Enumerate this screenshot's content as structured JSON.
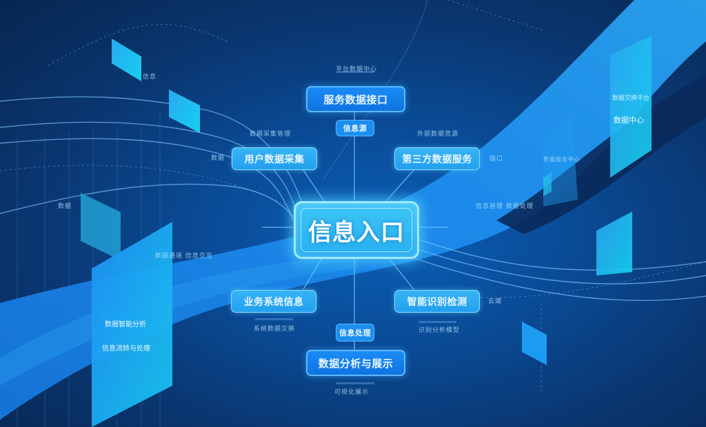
{
  "diagram": {
    "title": "信息入口",
    "center": {
      "label": "信息入口"
    },
    "nodes": {
      "top": {
        "label": "服务数据接口",
        "tag": "信息源",
        "caption": "平台数据中心"
      },
      "top_left": {
        "label": "用户数据采集",
        "caption": "数据采集管理"
      },
      "top_right": {
        "label": "第三方数据服务",
        "caption": "外部数据资源"
      },
      "bottom_left": {
        "label": "业务系统信息",
        "caption": "系统数据交换"
      },
      "bottom_right": {
        "label": "智能识别检测",
        "caption": "识别分析模型"
      },
      "bottom": {
        "label": "数据分析与展示",
        "tag": "信息处理",
        "caption": "可视化展示"
      }
    },
    "side_labels": {
      "left_panel_line1": "数据智能分析",
      "left_panel_line2": "信息流转与处理",
      "right_panel_line1": "数据交换平台",
      "right_panel_line2": "数据中心",
      "right_mid_caption_1": "数据服务中心",
      "right_mid_caption_2": "信息管理 数据处理",
      "left_mid_caption": "数据通道 信息交互",
      "small_tags": [
        "数据",
        "信息",
        "数据",
        "云端",
        "接口"
      ]
    },
    "colors": {
      "background_dark": "#07264f",
      "background_mid": "#0a4a94",
      "accent_blue": "#1a8cf5",
      "accent_cyan": "#3fc6f7",
      "line": "#6cc8ff"
    }
  }
}
